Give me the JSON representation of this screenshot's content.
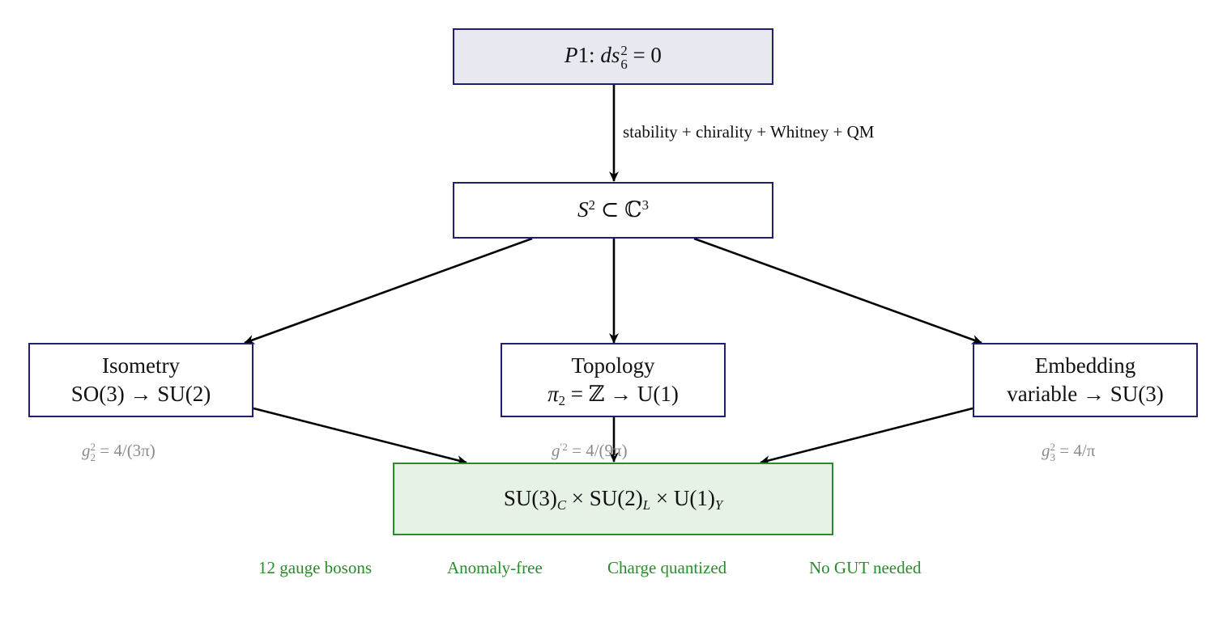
{
  "nodes": {
    "p1": {
      "prefix": "P",
      "num": "1",
      "colon": ":",
      "ds": "ds",
      "sub": "6",
      "sup": "2",
      "rhs": "= 0"
    },
    "s2": {
      "S": "S",
      "S_sup": "2",
      "subset": "⊂",
      "C": "ℂ",
      "C_sup": "3"
    },
    "isometry": {
      "title": "Isometry",
      "line2": "SO(3) → SU(2)"
    },
    "topology": {
      "title": "Topology",
      "pi": "π",
      "pi_sub": "2",
      "rest": "= ℤ → U(1)"
    },
    "embedding": {
      "title": "Embedding",
      "line2": "variable → SU(3)"
    },
    "sm": {
      "g1": "SU(3)",
      "g1_sub": "C",
      "times1": "×",
      "g2": "SU(2)",
      "g2_sub": "L",
      "times2": "×",
      "g3": "U(1)",
      "g3_sub": "Y"
    }
  },
  "edge_labels": {
    "p1_to_s2": "stability + chirality + Whitney + QM"
  },
  "couplings": {
    "g2": {
      "g": "g",
      "sub": "2",
      "sup": "2",
      "rhs": "= 4/(3π)"
    },
    "gprime": {
      "g": "g",
      "sup": "′2",
      "rhs": "= 4/(9π)"
    },
    "g3": {
      "g": "g",
      "sub": "3",
      "sup": "2",
      "rhs": "= 4/π"
    }
  },
  "features": [
    "12 gauge bosons",
    "Anomaly-free",
    "Charge quantized",
    "No GUT needed"
  ],
  "colors": {
    "node_border": "#1f1f6b",
    "p1_fill": "#e8e8f1",
    "sm_border": "#2b8a2b",
    "sm_fill": "#e7f2e7",
    "coupling_text": "#8a8a8a",
    "feature_text": "#2b8a2b",
    "arrow": "#000000"
  }
}
